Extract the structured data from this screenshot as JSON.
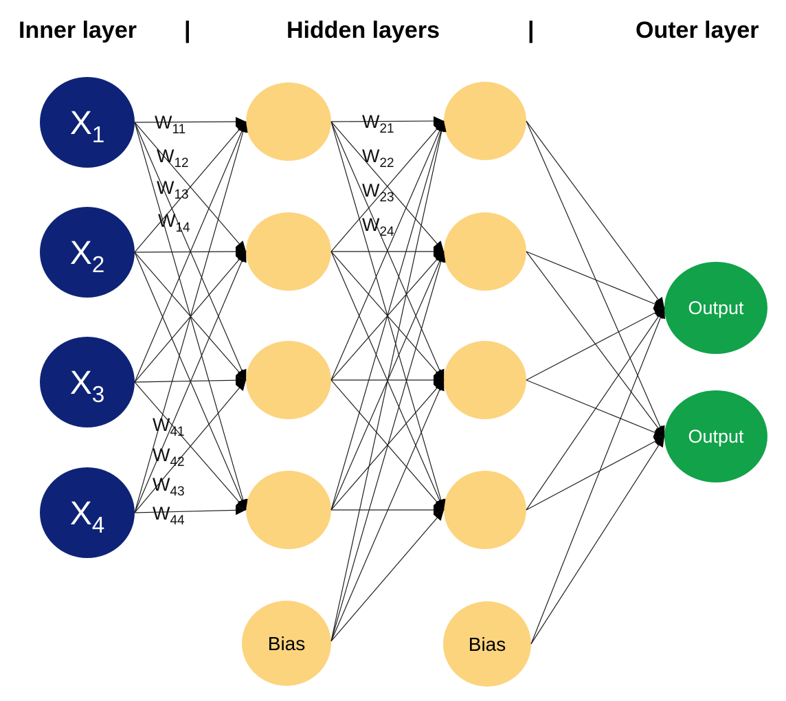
{
  "header": {
    "inner": "Inner layer",
    "separator1": "|",
    "hidden": "Hidden layers",
    "separator2": "|",
    "outer": "Outer layer"
  },
  "colors": {
    "input_node": "#0E2377",
    "hidden_node": "#FCD47E",
    "output_node": "#11A24A",
    "edge": "#1F1F1F",
    "input_label": "#FFFFFF",
    "output_label": "#FFFFFF",
    "bias_label": "#000000",
    "weight_label": "#111111"
  },
  "nodes": {
    "inputs": [
      {
        "base": "X",
        "sub": "1"
      },
      {
        "base": "X",
        "sub": "2"
      },
      {
        "base": "X",
        "sub": "3"
      },
      {
        "base": "X",
        "sub": "4"
      }
    ],
    "biases": [
      "Bias",
      "Bias"
    ],
    "outputs": [
      "Output",
      "Output"
    ]
  },
  "weights": {
    "input_to_hidden_top": [
      {
        "base": "W",
        "sub": "11"
      },
      {
        "base": "W",
        "sub": "12"
      },
      {
        "base": "W",
        "sub": "13"
      },
      {
        "base": "W",
        "sub": "14"
      }
    ],
    "hidden_to_hidden": [
      {
        "base": "W",
        "sub": "21"
      },
      {
        "base": "W",
        "sub": "22"
      },
      {
        "base": "W",
        "sub": "23"
      },
      {
        "base": "W",
        "sub": "24"
      }
    ],
    "input_to_hidden_bottom": [
      {
        "base": "W",
        "sub": "41"
      },
      {
        "base": "W",
        "sub": "42"
      },
      {
        "base": "W",
        "sub": "43"
      },
      {
        "base": "W",
        "sub": "44"
      }
    ]
  }
}
